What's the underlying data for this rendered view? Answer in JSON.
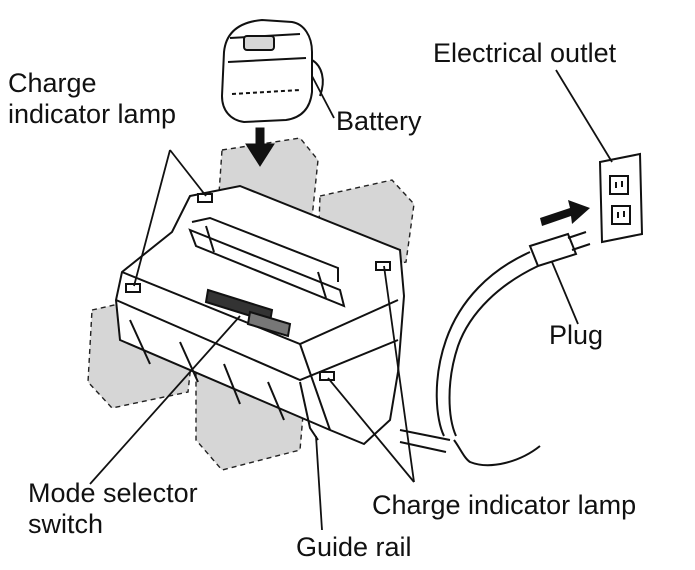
{
  "labels": {
    "charge_indicator_top_line1": "Charge",
    "charge_indicator_top_line2": "indicator lamp",
    "battery": "Battery",
    "electrical_outlet": "Electrical outlet",
    "plug": "Plug",
    "mode_selector_line1": "Mode selector",
    "mode_selector_line2": "switch",
    "charge_indicator_bottom": "Charge indicator lamp",
    "guide_rail": "Guide rail"
  },
  "colors": {
    "ink": "#111111",
    "shade": "#d6d6d6",
    "background": "#ffffff"
  }
}
